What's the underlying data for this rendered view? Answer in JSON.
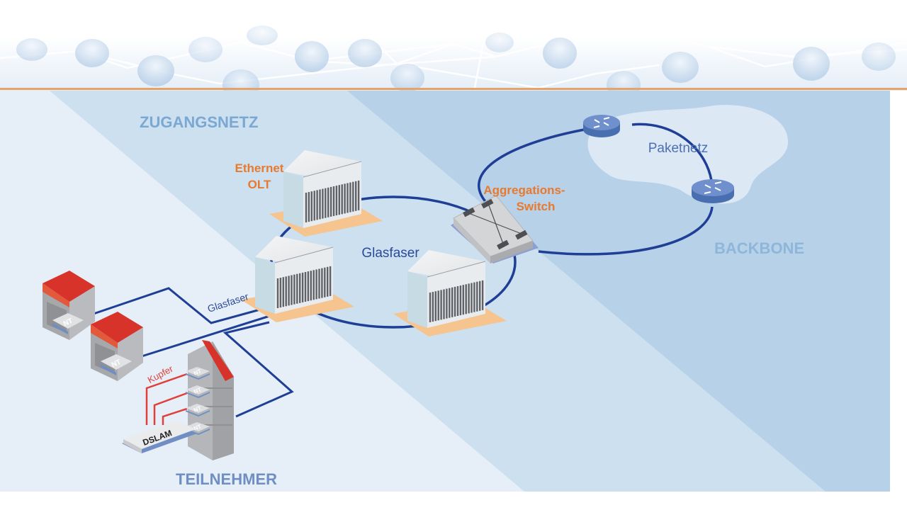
{
  "diagram": {
    "regions": {
      "access": "ZUGANGSNETZ",
      "backbone": "BACKBONE",
      "subscriber": "TEILNEHMER"
    },
    "labels": {
      "olt_line1": "Ethernet",
      "olt_line2": "OLT",
      "agg_line1": "Aggregations-",
      "agg_line2": "Switch",
      "ring": "Glasfaser",
      "fiber_link": "Glasfaser",
      "copper_link": "Kupfer",
      "cloud": "Paketnetz",
      "dslam": "DSLAM",
      "nt": "NT"
    },
    "colors": {
      "accent_orange": "#e8792e",
      "region_text": "#7aa8d2",
      "region_text_sub": "#6f8fc4",
      "fiber_blue": "#1f3f96",
      "copper_red": "#e0403a",
      "roof_red": "#d8332a",
      "banner_line": "#e5a36a",
      "bg_subscriber": "#e6eef7",
      "bg_access": "#cde0ef",
      "bg_backbone": "#b6d1e8",
      "cloud": "#dde8f5",
      "router": "#5d82c2"
    }
  }
}
